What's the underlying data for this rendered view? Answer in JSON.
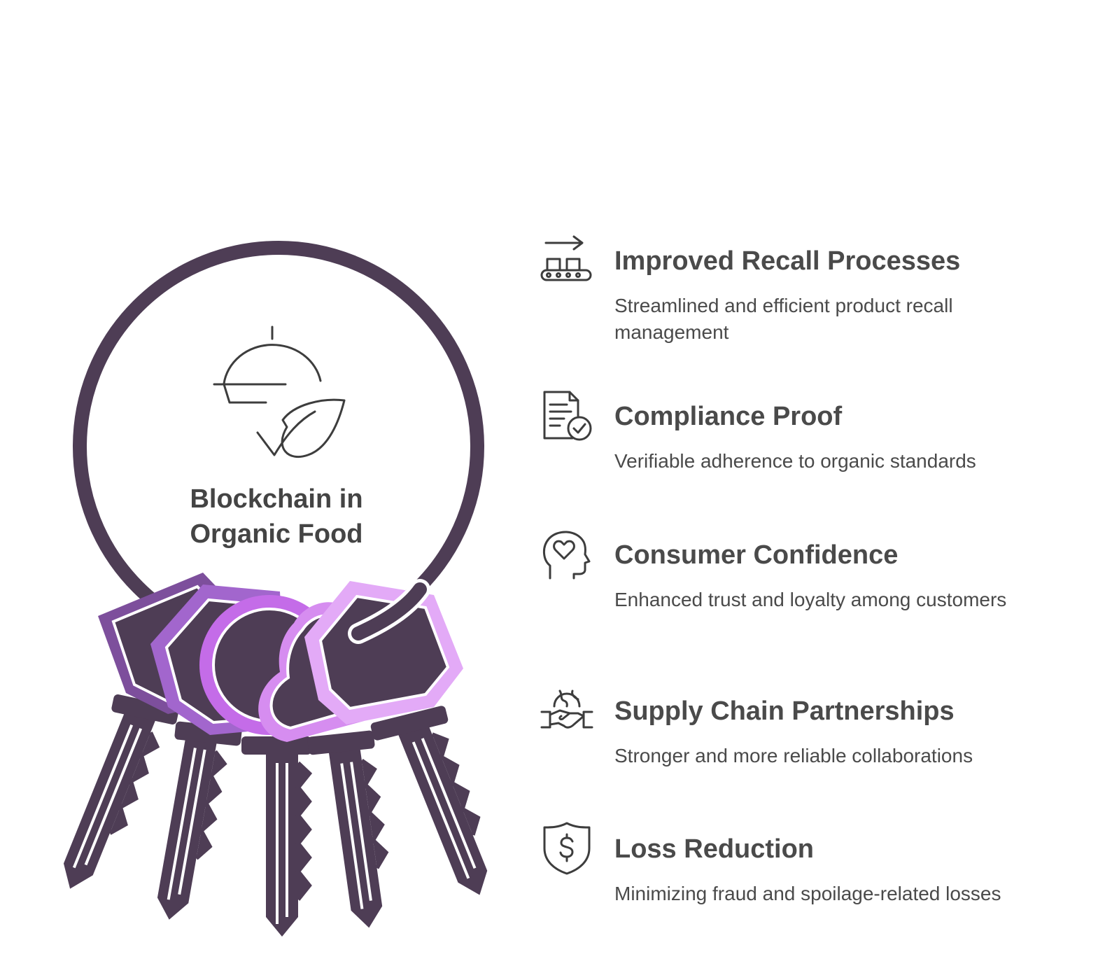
{
  "center": {
    "title_line1": "Blockchain in",
    "title_line2": "Organic Food",
    "icon": "organic-dish-icon"
  },
  "colors": {
    "dark": "#4e3d55",
    "purple1": "#7d4f9c",
    "purple2": "#a266cd",
    "purple3": "#c46ce8",
    "purple4": "#e3aaf7",
    "text": "#4a4a4a"
  },
  "items": [
    {
      "title": "Improved Recall Processes",
      "desc": "Streamlined and efficient product recall management",
      "icon": "conveyor-arrow-icon"
    },
    {
      "title": "Compliance Proof",
      "desc": "Verifiable adherence to organic standards",
      "icon": "document-check-icon"
    },
    {
      "title": "Consumer Confidence",
      "desc": "Enhanced trust and loyalty among customers",
      "icon": "head-heart-icon"
    },
    {
      "title": "Supply Chain Partnerships",
      "desc": "Stronger and more reliable collaborations",
      "icon": "globe-handshake-icon"
    },
    {
      "title": "Loss Reduction",
      "desc": "Minimizing fraud and spoilage-related losses",
      "icon": "shield-dollar-icon"
    }
  ]
}
